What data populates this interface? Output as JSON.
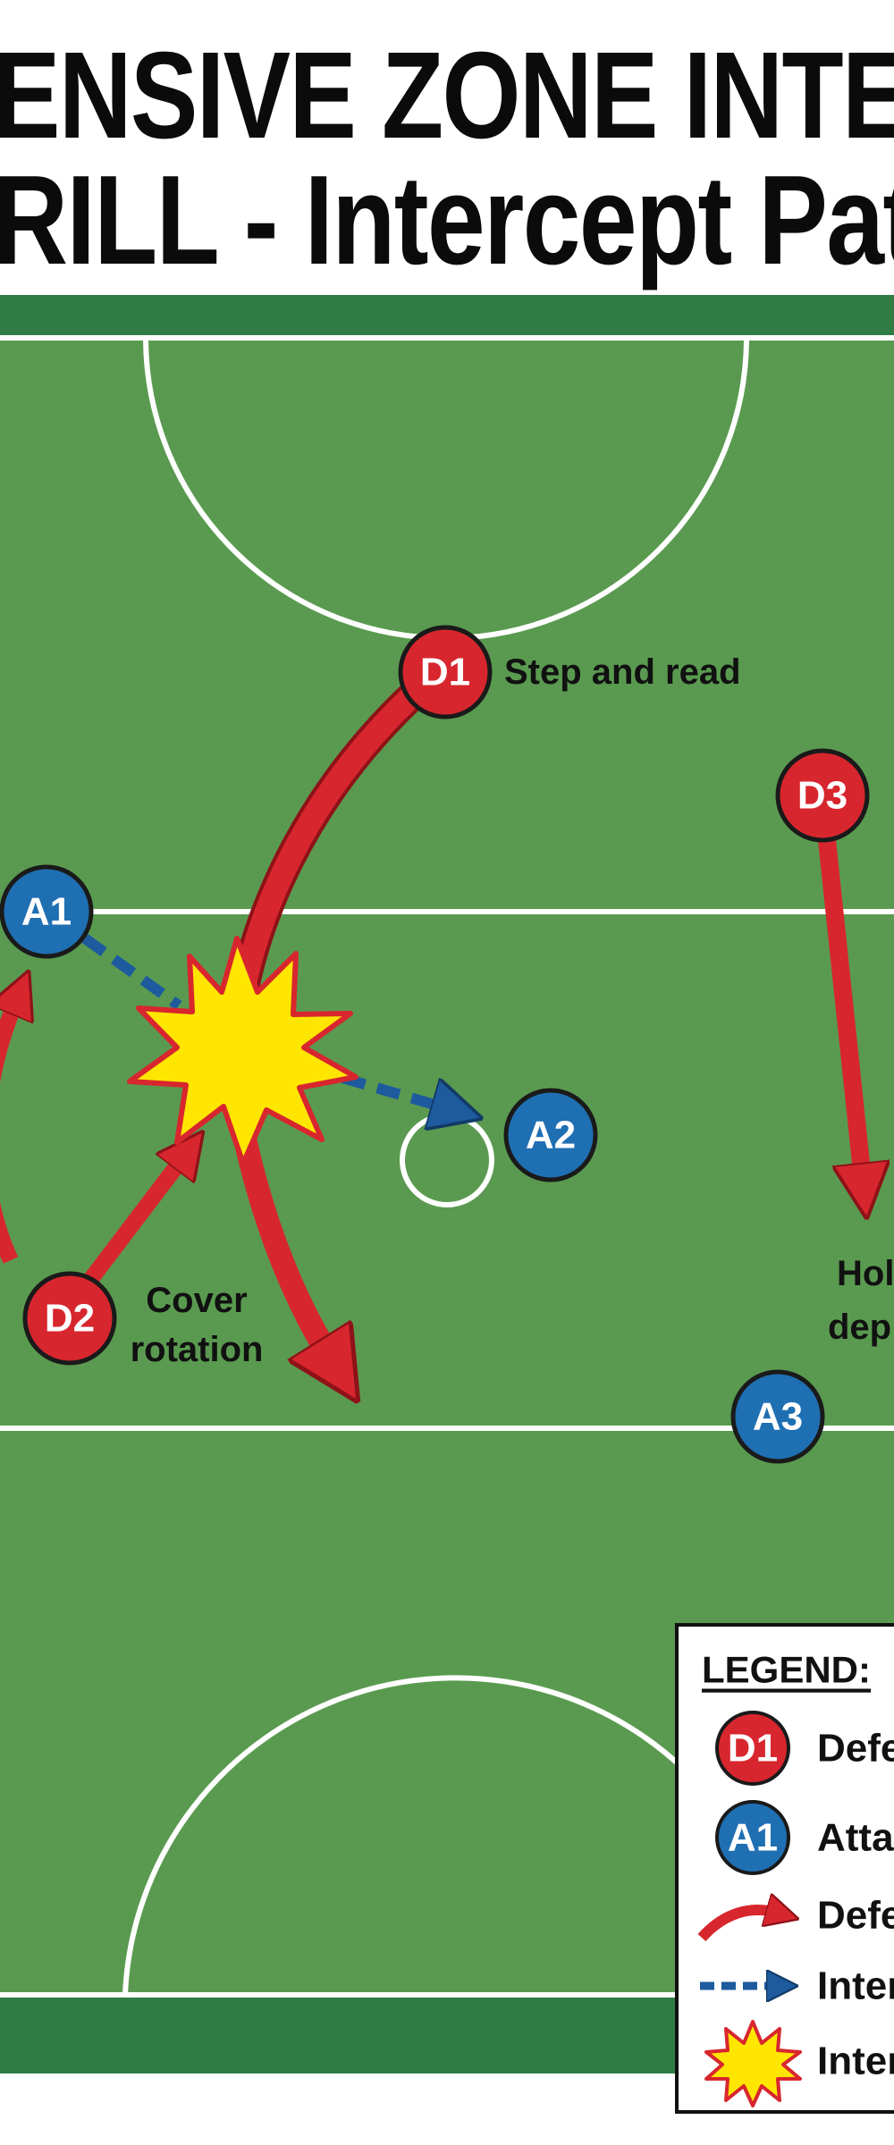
{
  "title": {
    "line1": "ENSIVE ZONE INTERC",
    "line2": "RILL - Intercept Patter"
  },
  "colors": {
    "grass": "#5a9a50",
    "grass_border": "#2f7d45",
    "line": "#ffffff",
    "defender": "#d8262e",
    "attacker": "#1f6fb3",
    "intercept_star": "#ffe600",
    "arrow_red": "#d8262e",
    "pass_blue": "#1d5a9e"
  },
  "players": {
    "d1": "D1",
    "d2": "D2",
    "d3": "D3",
    "a1": "A1",
    "a2": "A2",
    "a3": "A3"
  },
  "annotations": {
    "d1_note": "Step and read",
    "d2_note_1": "Cover",
    "d2_note_2": "rotation",
    "d3_note_1": "Hol",
    "d3_note_2": "dep"
  },
  "legend": {
    "title": "LEGEND:",
    "defender_badge": "D1",
    "defender_label": "Defe",
    "attacker_badge": "A1",
    "attacker_label": "Attac",
    "defense_arrow_icon": "curved-red-arrow-icon",
    "defense_arrow_label": "Defe",
    "pass_arrow_icon": "dashed-blue-arrow-icon",
    "pass_arrow_label": "Inter",
    "star_icon": "intercept-star-icon",
    "star_label": "Inter"
  }
}
